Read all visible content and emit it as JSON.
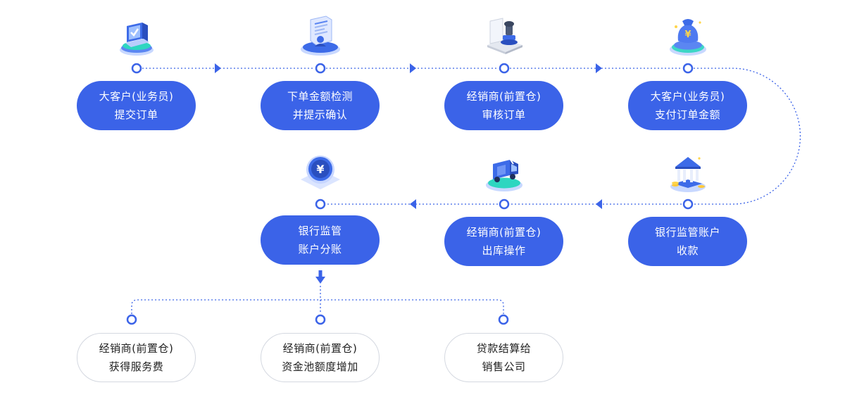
{
  "colors": {
    "primary": "#3b63e8",
    "outline_border": "#d4d8e0",
    "text_dark": "#222222",
    "text_light": "#ffffff"
  },
  "steps": [
    {
      "line1": "大客户(业务员)",
      "line2": "提交订单",
      "icon": "computer-check-icon"
    },
    {
      "line1": "下单金额检测",
      "line2": "并提示确认",
      "icon": "clipboard-user-icon"
    },
    {
      "line1": "经销商(前置仓)",
      "line2": "审核订单",
      "icon": "stamp-icon"
    },
    {
      "line1": "大客户(业务员)",
      "line2": "支付订单金额",
      "icon": "money-bag-yuan-icon"
    },
    {
      "line1": "银行监管账户",
      "line2": "收款",
      "icon": "bank-icon"
    },
    {
      "line1": "经销商(前置仓)",
      "line2": "出库操作",
      "icon": "delivery-truck-icon"
    },
    {
      "line1": "银行监管",
      "line2": "账户分账",
      "icon": "yuan-coin-icon"
    }
  ],
  "outcomes": [
    {
      "line1": "经销商(前置仓)",
      "line2": "获得服务费"
    },
    {
      "line1": "经销商(前置仓)",
      "line2": "资金池额度增加"
    },
    {
      "line1": "贷款结算给",
      "line2": "销售公司"
    }
  ]
}
